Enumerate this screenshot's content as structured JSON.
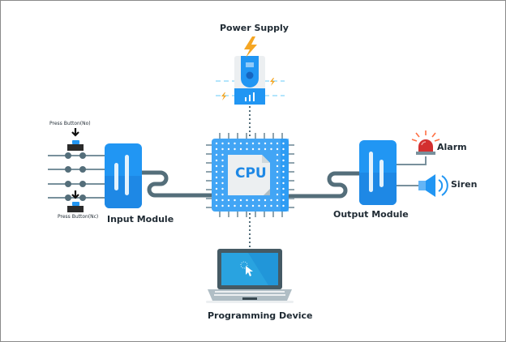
{
  "title": "PLC Architecture",
  "labels": {
    "power_supply": "Power Supply",
    "cpu": "CPU",
    "input_module": "Input Module",
    "output_module": "Output Module",
    "programming_device": "Programming Device",
    "press_button_no": "Press Button(No)",
    "press_button_nc": "Press Button(Nc)",
    "alarm": "Alarm",
    "siren": "Siren"
  },
  "colors": {
    "module_blue": "#2196F3",
    "module_blue_dark": "#1E88E5",
    "cable": "#546E7A",
    "cpu_blue": "#42A5F5",
    "bolt_orange": "#F5A623",
    "alarm_red": "#D32F2F",
    "wire": "#607D8B"
  },
  "icons": [
    "power-supply-icon",
    "lightning-bolt-icon",
    "cpu-chip-icon",
    "input-module-icon",
    "output-module-icon",
    "laptop-icon",
    "cursor-icon",
    "push-button-icon",
    "alarm-beacon-icon",
    "speaker-siren-icon",
    "arrow-down-icon"
  ]
}
